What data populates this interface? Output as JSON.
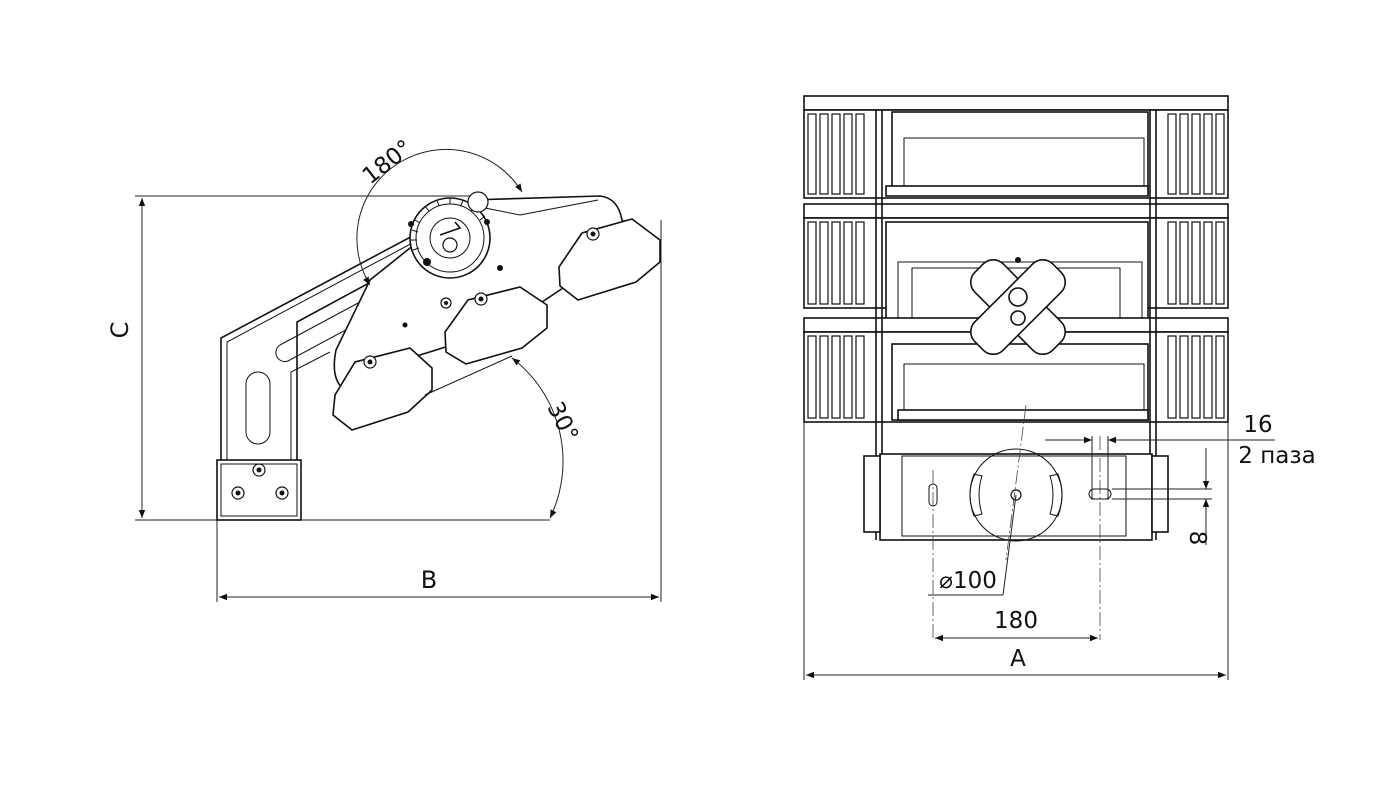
{
  "side_view": {
    "angle_top": "180°",
    "angle_bottom": "30°",
    "dim_height": "C",
    "dim_width": "B"
  },
  "front_view": {
    "dim_slot_width": "16",
    "slot_note": "2 паза",
    "dim_slot_height": "8",
    "dim_diameter": "⌀100",
    "dim_hole_spacing": "180",
    "dim_overall": "A"
  }
}
